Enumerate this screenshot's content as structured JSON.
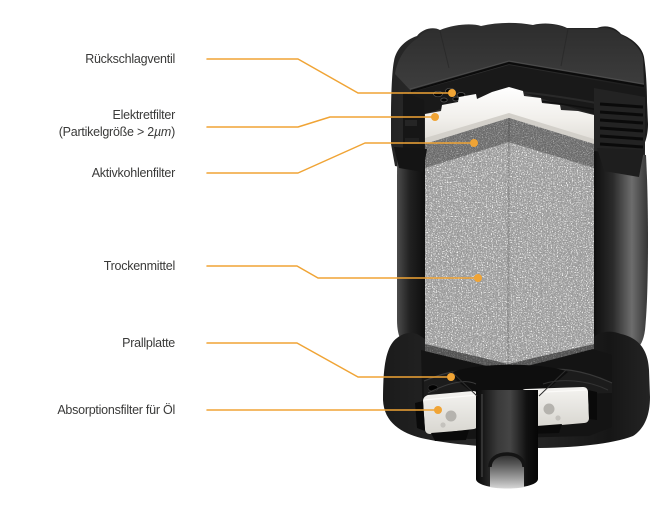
{
  "figure": {
    "accent_color": "#F0A435",
    "label_color": "#3A3A39",
    "callouts": [
      {
        "label": "Rückschlagventil"
      },
      {
        "label": "Elektretfilter",
        "sublabel_prefix": "(Partikelgröße > 2",
        "sublabel_unit": "µm",
        "sublabel_suffix": ")"
      },
      {
        "label": "Aktivkohlenfilter"
      },
      {
        "label": "Trockenmittel"
      },
      {
        "label": "Prallplatte"
      },
      {
        "label": "Absorptionsfilter für Öl"
      }
    ]
  }
}
